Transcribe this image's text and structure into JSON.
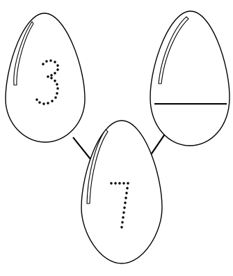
{
  "worksheet": {
    "type": "number-bond",
    "whole": {
      "value": 7,
      "display": "7",
      "style": "dotted-trace"
    },
    "parts": [
      {
        "value": 3,
        "display": "3",
        "style": "dotted-trace"
      },
      {
        "value": null,
        "display": "",
        "style": "blank-answer-line"
      }
    ]
  },
  "colors": {
    "stroke": "#000000",
    "fill": "#ffffff"
  }
}
